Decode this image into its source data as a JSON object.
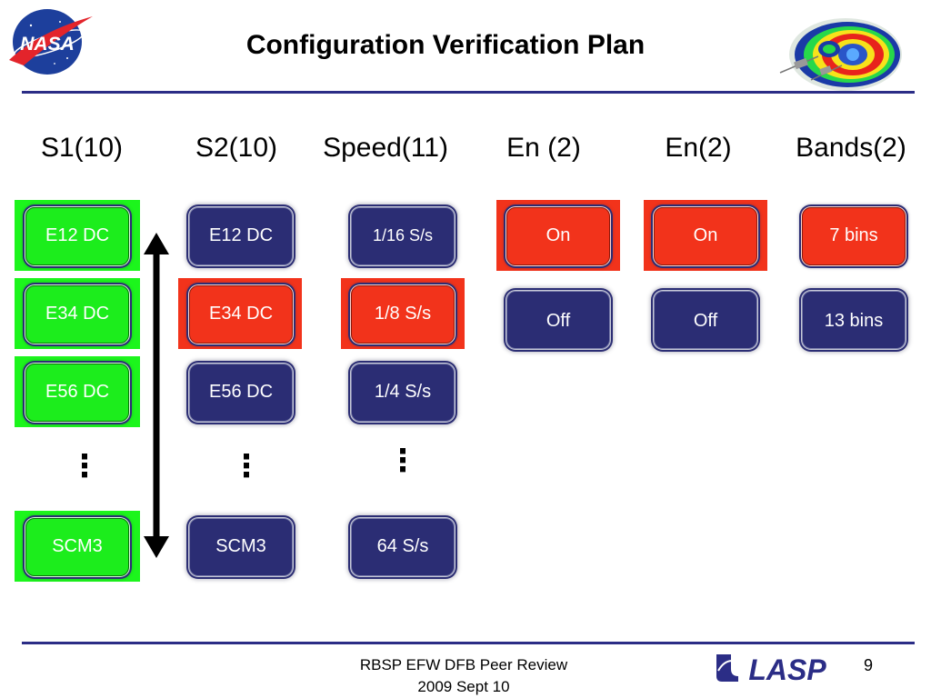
{
  "title": "Configuration Verification Plan",
  "logos": {
    "left": "NASA",
    "right_lasp": "LASP"
  },
  "columns": [
    {
      "header": "S1(10)",
      "options": [
        "E12 DC",
        "E34 DC",
        "E56 DC",
        "SCM3"
      ]
    },
    {
      "header": "S2(10)",
      "options": [
        "E12 DC",
        "E34 DC",
        "E56 DC",
        "SCM3"
      ]
    },
    {
      "header": "Speed(11)",
      "options": [
        "1/16 S/s",
        "1/8 S/s",
        "1/4 S/s",
        "64 S/s"
      ]
    },
    {
      "header": "En (2)",
      "options": [
        "On",
        "Off"
      ]
    },
    {
      "header": "En(2)",
      "options": [
        "On",
        "Off"
      ]
    },
    {
      "header": "Bands(2)",
      "options": [
        "7 bins",
        "13 bins"
      ]
    }
  ],
  "ellipsis": "⋮",
  "footer": {
    "line1": "RBSP EFW DFB Peer Review",
    "line2": "2009 Sept 10"
  },
  "page_number": "9",
  "colors": {
    "navy": "#2b2d74",
    "green": "#1cf51c",
    "red": "#f2331b",
    "rule": "#2b2d86"
  }
}
